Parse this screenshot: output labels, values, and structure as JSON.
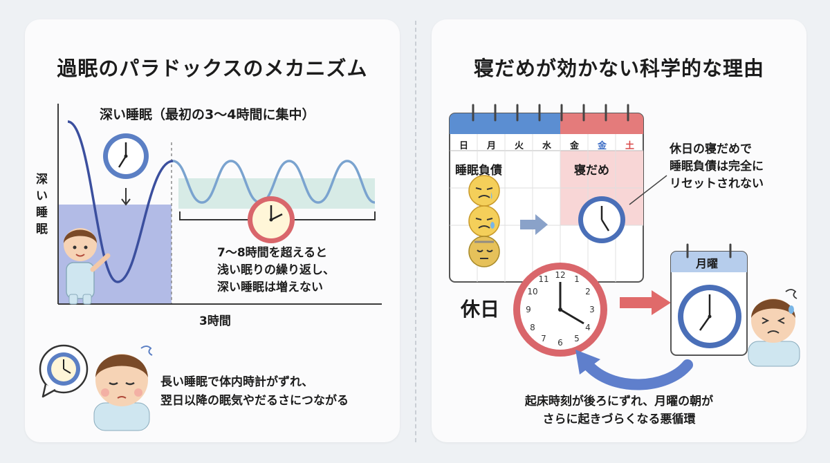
{
  "left": {
    "title": "過眠のパラドックスのメカニズム",
    "deep_sleep_caption": "深い睡眠（最初の3〜4時間に集中）",
    "y_axis_label": "深い睡眠",
    "x_axis_label": "3時間",
    "repeat_note_lines": [
      "7〜8時間を超えると",
      "浅い眠りの繰り返し、",
      "深い睡眠は増えない"
    ],
    "bottom_note_lines": [
      "長い睡眠で体内時計がずれ、",
      "翌日以降の眠気やだるさにつながる"
    ]
  },
  "right": {
    "title": "寝だめが効かない科学的な理由",
    "weekdays": [
      "日",
      "月",
      "火",
      "水",
      "金",
      "金",
      "土"
    ],
    "sleep_debt_label": "睡眠負債",
    "catch_up_label": "寝だめ",
    "callout_lines": [
      "休日の寝だめで",
      "睡眠負債は完全に",
      "リセットされない"
    ],
    "holiday_label": "休日",
    "monday_label": "月曜",
    "bottom_note_lines": [
      "起床時刻が後ろにずれ、月曜の朝が",
      "さらに起きづらくなる悪循環"
    ]
  },
  "colors": {
    "deep_wave": "#3b4f9e",
    "shallow_wave": "#7aa3cf",
    "deep_fill": "#9aa6df",
    "shallow_fill": "#d7ebe6",
    "calendar_blue": "#5b8ed2",
    "calendar_red": "#e47b7b",
    "clock_red": "#d9666b",
    "arrow_red": "#e06a6a",
    "arrow_blue": "#5f7fcc"
  }
}
